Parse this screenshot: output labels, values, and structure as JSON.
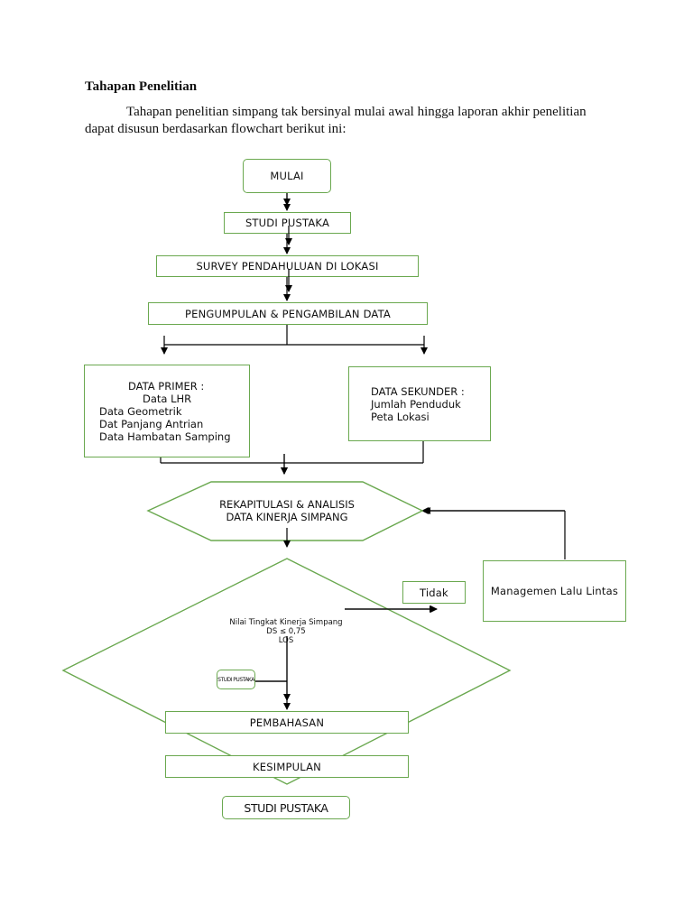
{
  "heading": "Tahapan Penelitian",
  "paragraph": "Tahapan penelitian simpang tak bersinyal mulai awal hingga laporan akhir penelitian dapat disusun berdasarkan flowchart berikut ini:",
  "flowchart": {
    "start": "MULAI",
    "studi_pustaka": "STUDI PUSTAKA",
    "survey": "SURVEY PENDAHULUAN DI LOKASI",
    "pengumpulan": "PENGUMPULAN & PENGAMBILAN DATA",
    "primer": {
      "title": "DATA PRIMER :",
      "items": [
        "Data LHR",
        "Data Geometrik",
        "Dat Panjang Antrian",
        "Data Hambatan Samping"
      ]
    },
    "sekunder": {
      "title": "DATA SEKUNDER :",
      "items": [
        "Jumlah Penduduk",
        "Peta Lokasi"
      ]
    },
    "rekapitulasi": [
      "REKAPITULASI & ANALISIS",
      "DATA KINERJA SIMPANG"
    ],
    "decision": [
      "Nilai Tingkat Kinerja Simpang",
      "DS ≤ 0,75",
      "LOS"
    ],
    "tidak": "Tidak",
    "managemen": "Managemen Lalu Lintas",
    "small_box": "STUDI PUSTAKA",
    "pembahasan": "PEMBAHASAN",
    "kesimpulan": "KESIMPULAN",
    "end": "STUDI PUSTAKA"
  },
  "colors": {
    "box_border": "#6aa84f",
    "line": "#000000"
  }
}
